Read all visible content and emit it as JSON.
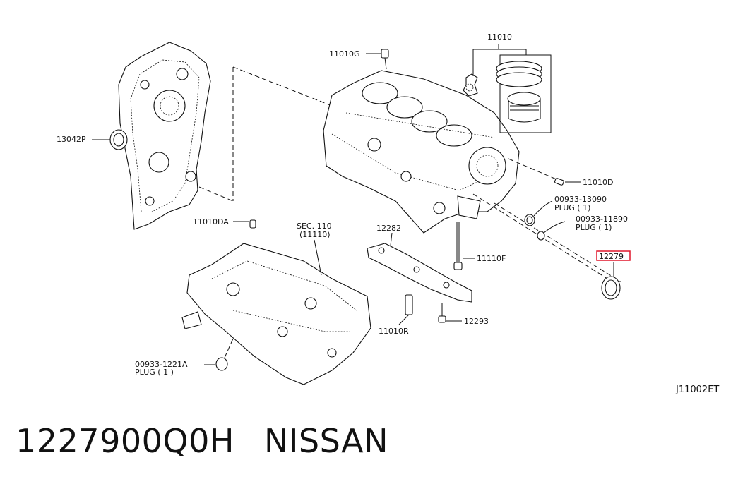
{
  "labels": {
    "p11010": "11010",
    "p11010G": "11010G",
    "p13042P": "13042P",
    "p11010D": "11010D",
    "p00933_13090": "00933-13090",
    "plug1_a": "PLUG ( 1)",
    "p00933_11890": "00933-11890",
    "plug1_b": "PLUG ( 1)",
    "p12279": "12279",
    "p11010DA": "11010DA",
    "sec110": "SEC. 110",
    "sec110_sub": "(11110)",
    "p12282": "12282",
    "p11110F": "11110F",
    "p12293": "12293",
    "p11010R": "11010R",
    "p00933_1221A": "00933-1221A",
    "plug1_c": "PLUG ( 1 )",
    "diagram_code": "J11002ET"
  },
  "footer": {
    "part_number": "1227900Q0H",
    "brand": "NISSAN"
  },
  "colors": {
    "highlight": "#e0162b",
    "ink": "#111111"
  }
}
